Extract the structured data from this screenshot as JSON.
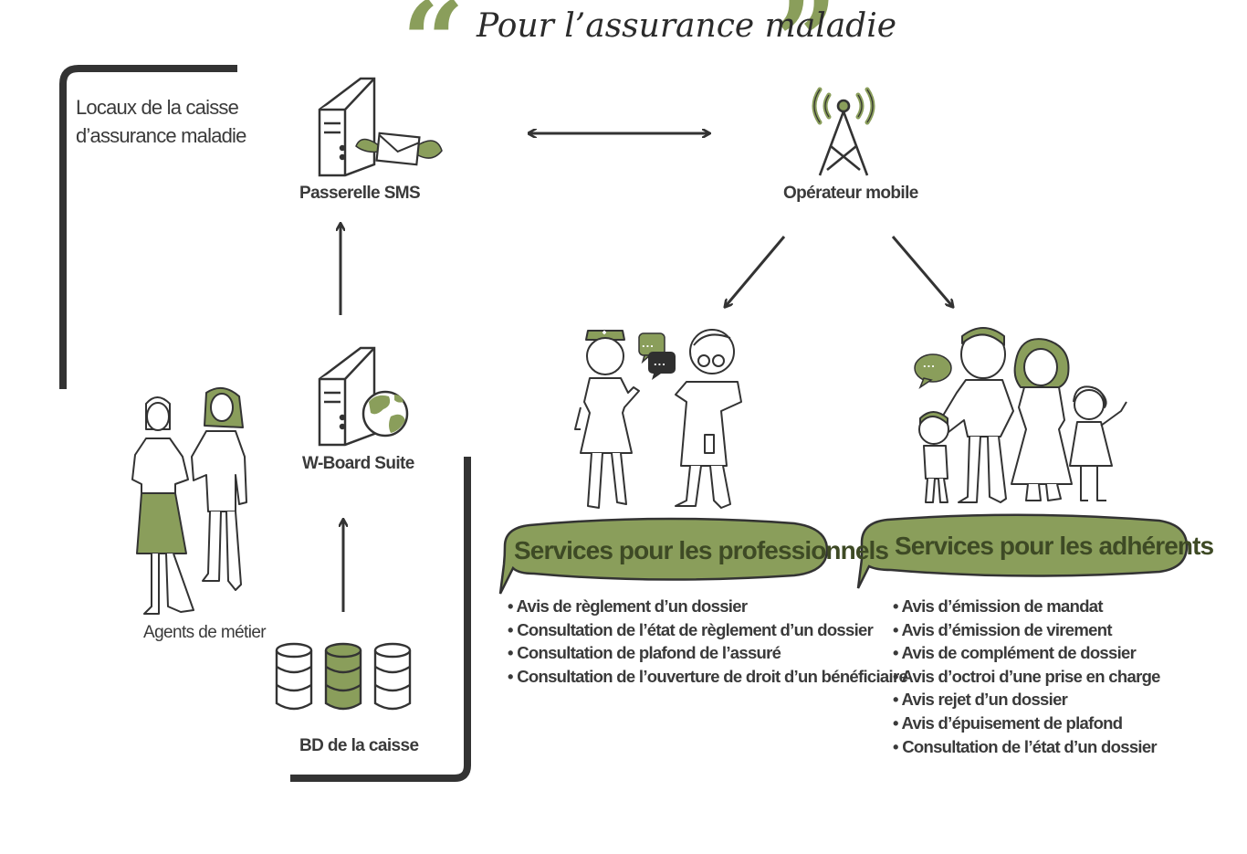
{
  "title": "Pour l’assurance maladie",
  "premises_label_line1": "Locaux de la caisse",
  "premises_label_line2": "d’assurance maladie",
  "nodes": {
    "sms_gateway": "Passerelle SMS",
    "mobile_operator": "Opérateur mobile",
    "wboard": "W-Board Suite",
    "agents": "Agents de métier",
    "database": "BD de la caisse"
  },
  "professionals": {
    "title": "Services pour les professionnels",
    "items": [
      "Avis de règlement d’un dossier",
      "Consultation de l’état de règlement d’un dossier",
      "Consultation de plafond de l’assuré",
      "Consultation de l’ouverture de droit d’un bénéficiaire"
    ]
  },
  "members": {
    "title": "Services pour les adhérents",
    "items": [
      "Avis d’émission de mandat",
      "Avis d’émission de virement",
      "Avis de complément de dossier",
      "Avis d’octroi d’une prise en charge",
      "Avis rejet d’un dossier",
      "Avis d’épuisement de plafond",
      "Consultation de l’état d’un dossier"
    ]
  },
  "chat_dots": "...",
  "colors": {
    "accent": "#8a9e5b",
    "dark": "#333333",
    "bubble_text": "#3e4a25"
  }
}
